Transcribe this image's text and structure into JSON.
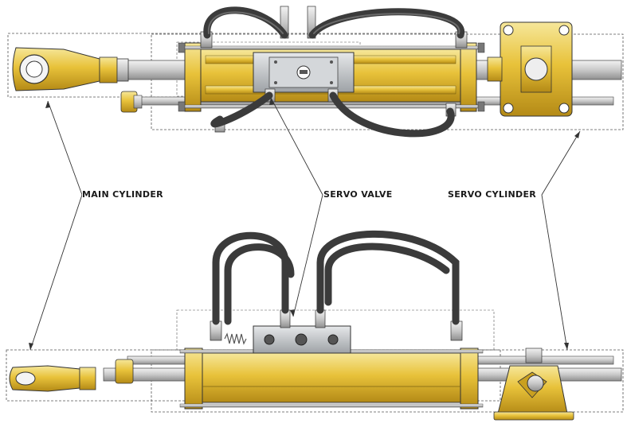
{
  "callouts": {
    "main_cylinder": "MAIN CYLINDER",
    "servo_valve": "SERVO VALVE",
    "servo_cylinder": "SERVO CYLINDER"
  },
  "colors": {
    "brass": "#e8c23a",
    "brass_light": "#f6e79a",
    "brass_dark": "#b48a16",
    "steel": "#c9c9c9",
    "steel_dark": "#8f8f8f",
    "hose": "#3b3b3b",
    "valve_block": "#b9bcbf",
    "outline": "#333333"
  },
  "views": [
    "top-view",
    "side-view"
  ]
}
